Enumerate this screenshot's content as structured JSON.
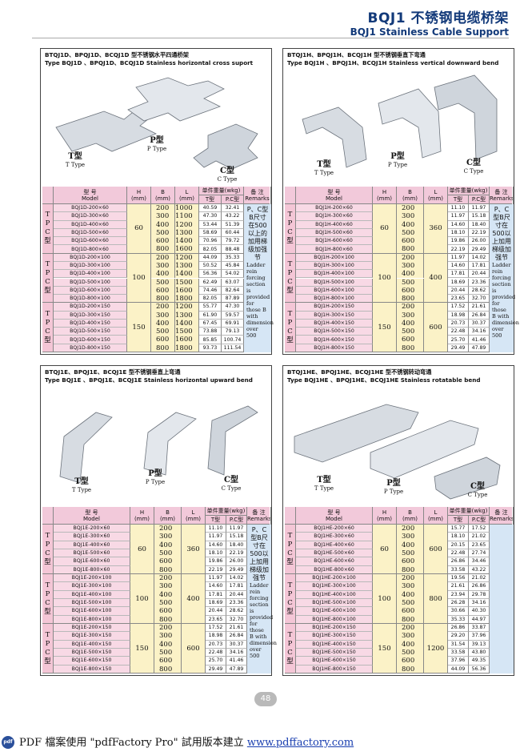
{
  "header": {
    "title": "BQJ1 不锈钢电缆桥架",
    "subtitle": "BQJ1 Stainless Cable Support"
  },
  "columns": {
    "model_cn": "型 号",
    "model_en": "Model",
    "h": "H",
    "b": "B",
    "l": "L",
    "mm": "(mm)",
    "weight": "单件重量(wkg)",
    "wt": "T型",
    "wpc": "P.C型",
    "remark_cn": "备 注",
    "remark_en": "Remarks"
  },
  "type_labels": {
    "T": "T",
    "P": "P",
    "C": "C",
    "xing": "型"
  },
  "panels": [
    {
      "id": "p1",
      "title_cn": "BTQJ1D、BPQJ1D、BCQJ1D 型不锈钢水平四通桥架",
      "title_en": "Type BQJ1D 、BPQJ1D、BCQJ1D Stainless horizontal cross suport",
      "fig_labels": {
        "T": "T型",
        "Ten": "T Type",
        "P": "P型",
        "Pen": "P Type",
        "C": "C型",
        "Cen": "C Type"
      },
      "groups": [
        {
          "h": "60",
          "rows": [
            [
              "BQJ1D-200×60",
              "200",
              "1000",
              "40.59",
              "32.41"
            ],
            [
              "BQJ1D-300×60",
              "300",
              "1100",
              "47.30",
              "43.22"
            ],
            [
              "BQJ1D-400×60",
              "400",
              "1200",
              "53.44",
              "51.39"
            ],
            [
              "BQJ1D-500×60",
              "500",
              "1300",
              "58.69",
              "60.44"
            ],
            [
              "BQJ1D-600×60",
              "600",
              "1400",
              "70.96",
              "79.72"
            ],
            [
              "BQJ1D-800×60",
              "800",
              "1600",
              "82.05",
              "88.48"
            ]
          ]
        },
        {
          "h": "100",
          "rows": [
            [
              "BQJ1D-200×100",
              "200",
              "1200",
              "44.09",
              "35.33"
            ],
            [
              "BQJ1D-300×100",
              "300",
              "1300",
              "50.52",
              "45.84"
            ],
            [
              "BQJ1D-400×100",
              "400",
              "1400",
              "56.36",
              "54.02"
            ],
            [
              "BQJ1D-500×100",
              "500",
              "1500",
              "62.49",
              "63.07"
            ],
            [
              "BQJ1D-600×100",
              "600",
              "1600",
              "74.46",
              "82.64"
            ],
            [
              "BQJ1D-800×100",
              "800",
              "1800",
              "82.05",
              "87.89"
            ]
          ]
        },
        {
          "h": "150",
          "rows": [
            [
              "BQJ1D-200×150",
              "200",
              "1200",
              "55.77",
              "47.30"
            ],
            [
              "BQJ1D-300×150",
              "300",
              "1300",
              "61.90",
              "59.57"
            ],
            [
              "BQJ1D-400×150",
              "400",
              "1400",
              "67.45",
              "69.91"
            ],
            [
              "BQJ1D-500×150",
              "500",
              "1500",
              "73.88",
              "79.13"
            ],
            [
              "BQJ1D-600×150",
              "600",
              "1600",
              "85.85",
              "100.74"
            ],
            [
              "BQJ1D-800×150",
              "800",
              "1800",
              "93.73",
              "111.54"
            ]
          ]
        }
      ],
      "remark_cn": "P、C型B尺寸在500以上的加用梯级加强节",
      "remark_en": "Ladder rein forcing section is provided for those B with dimension over 500"
    },
    {
      "id": "p2",
      "title_cn": "BTQJ1H、BPQJ1H、BCQJ1H 型不锈钢垂直下弯通",
      "title_en": "Type BQJ1H 、BPQJ1H、BCQJ1H Stainless vertical downward bend",
      "fig_labels": {
        "T": "T型",
        "Ten": "T Type",
        "P": "P型",
        "Pen": "P Type",
        "C": "C型",
        "Cen": "C Type"
      },
      "groups": [
        {
          "h": "60",
          "l": "360",
          "rows": [
            [
              "BQJ1H-200×60",
              "200",
              "11.10",
              "11.97"
            ],
            [
              "BQJ1H-300×60",
              "300",
              "11.97",
              "15.18"
            ],
            [
              "BQJ1H-400×60",
              "400",
              "14.60",
              "18.40"
            ],
            [
              "BQJ1H-500×60",
              "500",
              "18.10",
              "22.19"
            ],
            [
              "BQJ1H-600×60",
              "600",
              "19.86",
              "26.00"
            ],
            [
              "BQJ1H-800×60",
              "800",
              "22.19",
              "29.49"
            ]
          ]
        },
        {
          "h": "100",
          "l": "400",
          "rows": [
            [
              "BQJ1H-200×100",
              "200",
              "11.97",
              "14.02"
            ],
            [
              "BQJ1H-300×100",
              "300",
              "14.60",
              "17.81"
            ],
            [
              "BQJ1H-400×100",
              "400",
              "17.81",
              "20.44"
            ],
            [
              "BQJ1H-500×100",
              "500",
              "18.69",
              "23.36"
            ],
            [
              "BQJ1H-600×100",
              "600",
              "20.44",
              "28.62"
            ],
            [
              "BQJ1H-800×100",
              "800",
              "23.65",
              "32.70"
            ]
          ]
        },
        {
          "h": "150",
          "l": "600",
          "rows": [
            [
              "BQJ1H-200×150",
              "200",
              "17.52",
              "21.61"
            ],
            [
              "BQJ1H-300×150",
              "300",
              "18.98",
              "26.84"
            ],
            [
              "BQJ1H-400×150",
              "400",
              "20.73",
              "30.37"
            ],
            [
              "BQJ1H-500×150",
              "500",
              "22.48",
              "34.16"
            ],
            [
              "BQJ1H-600×150",
              "600",
              "25.70",
              "41.46"
            ],
            [
              "BQJ1H-800×150",
              "800",
              "29.49",
              "47.89"
            ]
          ]
        }
      ],
      "remark_cn": "P、C型B尺寸在500以上加用梯级加强节",
      "remark_en": "Ladder rein forcing section is provided for those B with dimension over 500"
    },
    {
      "id": "p3",
      "title_cn": "BTQJ1E、BPQJ1E、BCQJ1E 型不锈钢垂直上弯通",
      "title_en": "Type BQJ1E 、BPQJ1E、BCQJ1E Stainless horizontal upward bend",
      "fig_labels": {
        "T": "T型",
        "Ten": "T Type",
        "P": "P型",
        "Pen": "P Type",
        "C": "C型",
        "Cen": "C Type"
      },
      "groups": [
        {
          "h": "60",
          "l": "360",
          "rows": [
            [
              "BQJ1E-200×60",
              "200",
              "11.10",
              "11.97"
            ],
            [
              "BQJ1E-300×60",
              "300",
              "11.97",
              "15.18"
            ],
            [
              "BQJ1E-400×60",
              "400",
              "14.60",
              "18.40"
            ],
            [
              "BQJ1E-500×60",
              "500",
              "18.10",
              "22.19"
            ],
            [
              "BQJ1E-600×60",
              "600",
              "19.86",
              "26.00"
            ],
            [
              "BQJ1E-800×60",
              "800",
              "22.19",
              "29.49"
            ]
          ]
        },
        {
          "h": "100",
          "l": "400",
          "rows": [
            [
              "BQJ1E-200×100",
              "200",
              "11.97",
              "14.02"
            ],
            [
              "BQJ1E-300×100",
              "300",
              "14.60",
              "17.81"
            ],
            [
              "BQJ1E-400×100",
              "400",
              "17.81",
              "20.44"
            ],
            [
              "BQJ1E-500×100",
              "500",
              "18.69",
              "23.36"
            ],
            [
              "BQJ1E-600×100",
              "600",
              "20.44",
              "28.62"
            ],
            [
              "BQJ1E-800×100",
              "800",
              "23.65",
              "32.70"
            ]
          ]
        },
        {
          "h": "150",
          "l": "600",
          "rows": [
            [
              "BQJ1E-200×150",
              "200",
              "17.52",
              "21.61"
            ],
            [
              "BQJ1E-300×150",
              "300",
              "18.98",
              "26.84"
            ],
            [
              "BQJ1E-400×150",
              "400",
              "20.73",
              "30.37"
            ],
            [
              "BQJ1E-500×150",
              "500",
              "22.48",
              "34.16"
            ],
            [
              "BQJ1E-600×150",
              "600",
              "25.70",
              "41.46"
            ],
            [
              "BQJ1E-800×150",
              "800",
              "29.49",
              "47.89"
            ]
          ]
        }
      ],
      "remark_cn": "P、C型B尺寸在500以上加用梯级加强节",
      "remark_en": "Ladder rein forcing section is provided for those B with dimension over 500"
    },
    {
      "id": "p4",
      "title_cn": "BTQJ1HE、BPQJ1HE、BCQJ1HE 型不锈钢转动弯通",
      "title_en": "Type BQJ1HE 、BPQJ1HE、BCQJ1HE Stainless rotatable bend",
      "fig_labels": {
        "T": "T型",
        "Ten": "T Type",
        "P": "P型",
        "Pen": "P Type",
        "C": "C型",
        "Cen": "C Type"
      },
      "groups": [
        {
          "h": "60",
          "l": "600",
          "rows": [
            [
              "BQJ1HE-200×60",
              "200",
              "15.77",
              "17.52"
            ],
            [
              "BQJ1HE-300×60",
              "300",
              "18.10",
              "21.02"
            ],
            [
              "BQJ1HE-400×60",
              "400",
              "20.15",
              "23.65"
            ],
            [
              "BQJ1HE-500×60",
              "500",
              "22.48",
              "27.74"
            ],
            [
              "BQJ1HE-600×60",
              "600",
              "26.86",
              "34.46"
            ],
            [
              "BQJ1HE-800×60",
              "800",
              "33.58",
              "43.22"
            ]
          ]
        },
        {
          "h": "100",
          "l": "800",
          "rows": [
            [
              "BQJ1HE-200×100",
              "200",
              "19.56",
              "21.02"
            ],
            [
              "BQJ1HE-300×100",
              "300",
              "21.61",
              "26.86"
            ],
            [
              "BQJ1HE-400×100",
              "400",
              "23.94",
              "29.78"
            ],
            [
              "BQJ1HE-500×100",
              "500",
              "26.28",
              "34.16"
            ],
            [
              "BQJ1HE-600×100",
              "600",
              "30.66",
              "40.30"
            ],
            [
              "BQJ1HE-800×100",
              "800",
              "35.33",
              "44.97"
            ]
          ]
        },
        {
          "h": "150",
          "l": "1200",
          "rows": [
            [
              "BQJ1HE-200×150",
              "200",
              "26.86",
              "33.87"
            ],
            [
              "BQJ1HE-300×150",
              "300",
              "29.20",
              "37.96"
            ],
            [
              "BQJ1HE-400×150",
              "400",
              "31.54",
              "39.13"
            ],
            [
              "BQJ1HE-500×150",
              "500",
              "33.58",
              "43.80"
            ],
            [
              "BQJ1HE-600×150",
              "600",
              "37.96",
              "49.35"
            ],
            [
              "BQJ1HE-800×150",
              "800",
              "44.09",
              "56.36"
            ]
          ]
        }
      ],
      "remark_cn": "",
      "remark_en": ""
    }
  ],
  "page_number": "48",
  "footer": {
    "text": "PDF 檔案使用 \"pdfFactory Pro\" 試用版本建立 ",
    "link": "www.pdffactory.com",
    "logo": "pdf"
  }
}
